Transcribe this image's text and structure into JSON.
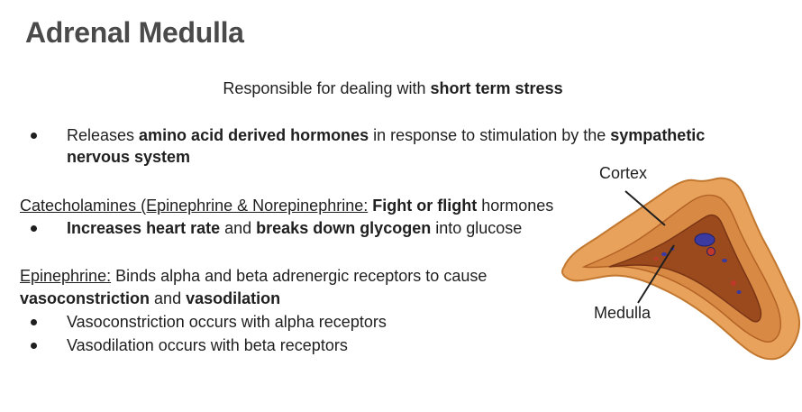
{
  "title": "Adrenal Medulla",
  "subtitle": {
    "prefix": "Responsible for dealing with ",
    "bold": "short term stress"
  },
  "bullet1": {
    "line1_a": "Releases ",
    "line1_b": "amino acid derived hormones",
    "line1_c": " in response to stimulation by the ",
    "line1_d": "sympathetic",
    "line2": "nervous system"
  },
  "catecholamines": {
    "heading_underlined": "Catecholamines (Epinephrine & Norepinephrine:",
    "heading_space": " ",
    "heading_bold": "Fight or flight",
    "heading_tail": " hormones",
    "bullet_a": "Increases heart rate",
    "bullet_b": " and ",
    "bullet_c": "breaks down glycogen",
    "bullet_d": " into glucose"
  },
  "epinephrine": {
    "heading_underlined": "Epinephrine:",
    "heading_tail": " Binds alpha and beta adrenergic receptors to cause",
    "line2_a": "vasoconstriction",
    "line2_b": " and ",
    "line2_c": "vasodilation",
    "bullets": [
      "Vasoconstriction occurs with alpha receptors",
      "Vasodilation occurs with beta receptors"
    ]
  },
  "diagram": {
    "label_cortex": "Cortex",
    "label_medulla": "Medulla",
    "colors": {
      "cortex_outer": "#e8a25c",
      "cortex_inner": "#c97a3a",
      "medulla": "#9b4a1e",
      "vessel_blue": "#3a3aa0",
      "vessel_red": "#c0392b"
    }
  }
}
